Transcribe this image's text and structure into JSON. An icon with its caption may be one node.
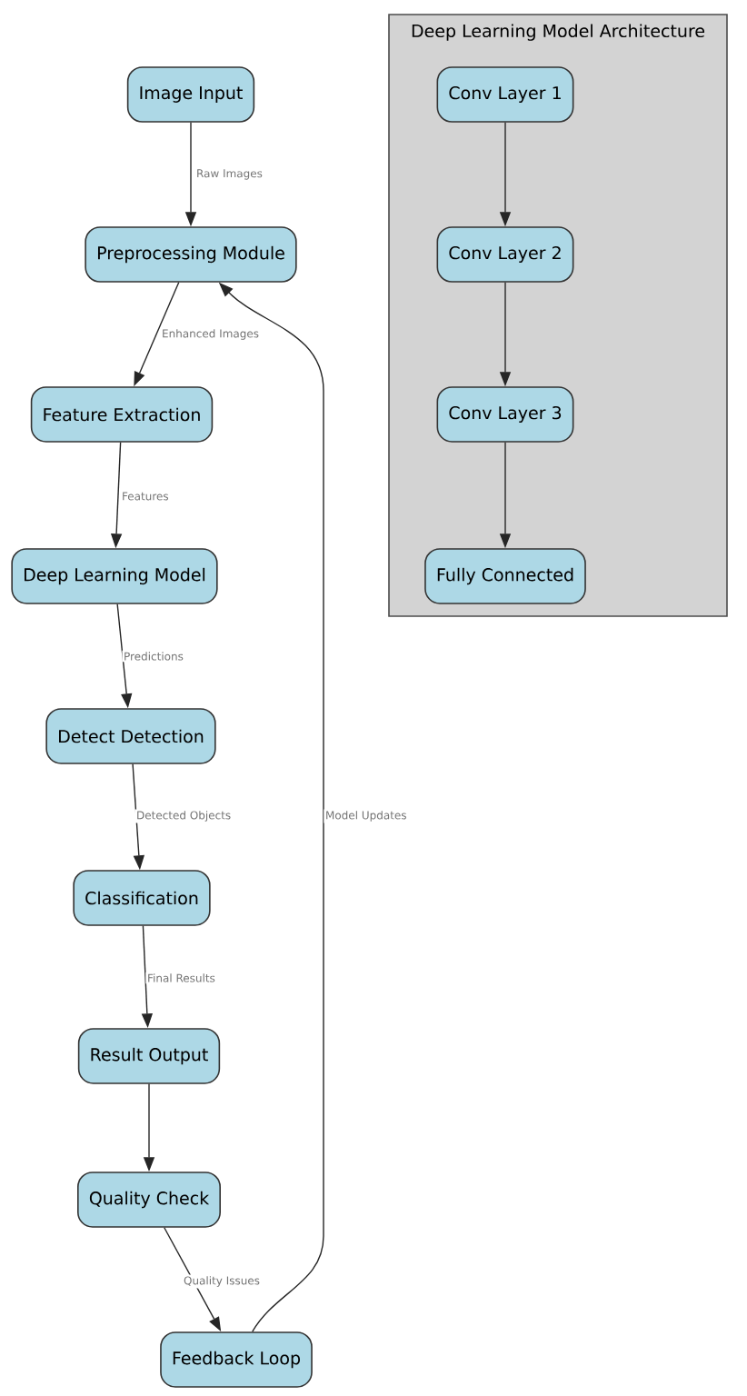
{
  "diagram": {
    "nodes": [
      {
        "text": [
          "Image Input"
        ]
      },
      {
        "text": [
          "Preprocessing Module"
        ]
      },
      {
        "text": [
          "Feature Extraction"
        ]
      },
      {
        "text": [
          "Deep Learning Model"
        ]
      },
      {
        "text": [
          "Detect Detection"
        ]
      },
      {
        "text": [
          "Classification"
        ]
      },
      {
        "text": [
          "Result Output"
        ]
      },
      {
        "text": [
          "Quality Check"
        ]
      },
      {
        "text": [
          "Feedback Loop"
        ]
      },
      {
        "text": [
          "Deep Learning Model Architecture"
        ]
      },
      {
        "text": [
          "Conv Layer 1"
        ],
        "in": 9
      },
      {
        "text": [
          "Conv Layer 2"
        ],
        "in": 9
      },
      {
        "text": [
          "Conv Layer 3"
        ],
        "in": 9
      },
      {
        "text": [
          "Fully Connected"
        ],
        "in": 9
      }
    ],
    "edges": [
      {
        "from": 0,
        "to": 1,
        "arrow": "to",
        "label": "Raw Images"
      },
      {
        "from": 1,
        "to": 2,
        "arrow": "to",
        "label": "Enhanced Images"
      },
      {
        "from": 2,
        "to": 3,
        "arrow": "to",
        "label": "Features"
      },
      {
        "from": 3,
        "to": 4,
        "arrow": "to",
        "label": "Predictions"
      },
      {
        "from": 4,
        "to": 5,
        "arrow": "to",
        "label": "Detected Objects"
      },
      {
        "from": 5,
        "to": 6,
        "arrow": "to",
        "label": "Final Results"
      },
      {
        "from": 6,
        "to": 7,
        "arrow": "to"
      },
      {
        "from": 7,
        "to": 8,
        "arrow": "to",
        "label": "Quality Issues"
      },
      {
        "from": 8,
        "to": 1,
        "arrow": "to",
        "label": "Model Updates"
      },
      {
        "from": 10,
        "to": 11,
        "arrow": "to"
      },
      {
        "from": 11,
        "to": 12,
        "arrow": "to"
      },
      {
        "from": 12,
        "to": 13,
        "arrow": "to"
      }
    ]
  }
}
